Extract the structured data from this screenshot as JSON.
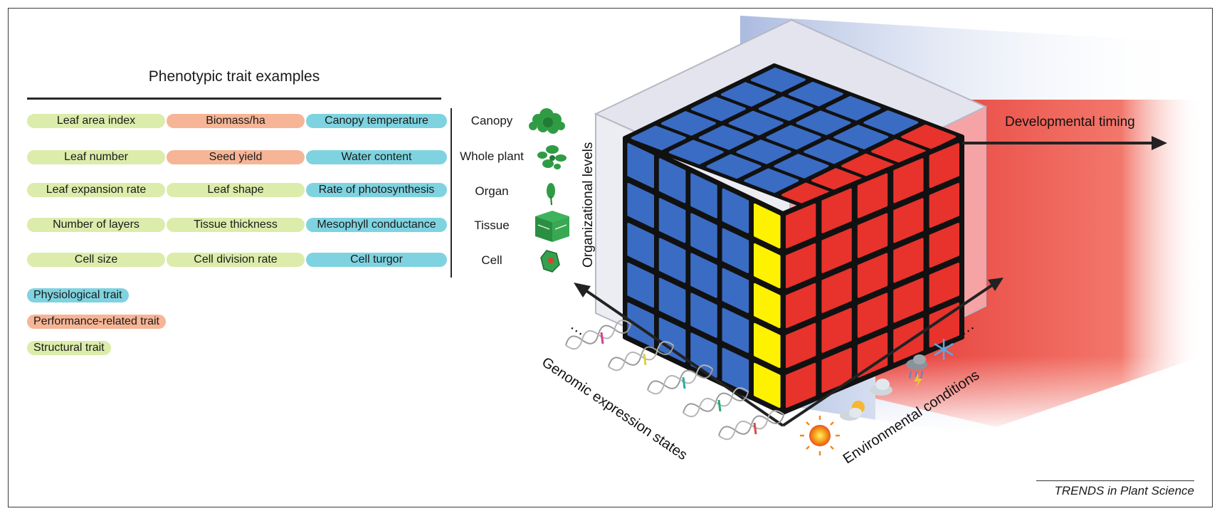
{
  "figure_title": "Phenotypic trait examples",
  "trait_rows": [
    {
      "level": "Canopy",
      "traits": [
        {
          "label": "Leaf area index",
          "kind": "structural"
        },
        {
          "label": "Biomass/ha",
          "kind": "performance"
        },
        {
          "label": "Canopy temperature",
          "kind": "physiological"
        }
      ]
    },
    {
      "level": "Whole plant",
      "traits": [
        {
          "label": "Leaf number",
          "kind": "structural"
        },
        {
          "label": "Seed yield",
          "kind": "performance"
        },
        {
          "label": "Water content",
          "kind": "physiological"
        }
      ]
    },
    {
      "level": "Organ",
      "traits": [
        {
          "label": "Leaf expansion rate",
          "kind": "structural"
        },
        {
          "label": "Leaf shape",
          "kind": "structural"
        },
        {
          "label": "Rate of photosynthesis",
          "kind": "physiological"
        }
      ]
    },
    {
      "level": "Tissue",
      "traits": [
        {
          "label": "Number of layers",
          "kind": "structural"
        },
        {
          "label": "Tissue thickness",
          "kind": "structural"
        },
        {
          "label": "Mesophyll conductance",
          "kind": "physiological"
        }
      ]
    },
    {
      "level": "Cell",
      "traits": [
        {
          "label": "Cell size",
          "kind": "structural"
        },
        {
          "label": "Cell division rate",
          "kind": "structural"
        },
        {
          "label": "Cell turgor",
          "kind": "physiological"
        }
      ]
    }
  ],
  "legend": [
    {
      "label": "Physiological trait",
      "kind": "physiological"
    },
    {
      "label": "Performance-related trait",
      "kind": "performance"
    },
    {
      "label": "Structural trait",
      "kind": "structural"
    }
  ],
  "axes": {
    "vertical": "Organizational levels",
    "left": "Genomic expression states",
    "right": "Environmental conditions",
    "depth": "Developmental timing",
    "ellipsis": "…"
  },
  "colors": {
    "structural": "#dcecab",
    "performance": "#f6b596",
    "physiological": "#7fd3e0",
    "cube_blue": "#3a6cc4",
    "cube_red": "#e8322c",
    "cube_yellow": "#fff200",
    "ghost": "#e4e4ee"
  },
  "icons": {
    "canopy": "canopy-icon",
    "whole_plant": "whole-plant-icon",
    "organ": "leaf-icon",
    "tissue": "tissue-icon",
    "cell": "cell-icon",
    "dna": "dna-icon",
    "sun": "sun-icon",
    "cloud": "cloud-icon",
    "rain": "rain-icon",
    "snow": "snowflake-icon"
  },
  "credit": "TRENDS in Plant Science"
}
